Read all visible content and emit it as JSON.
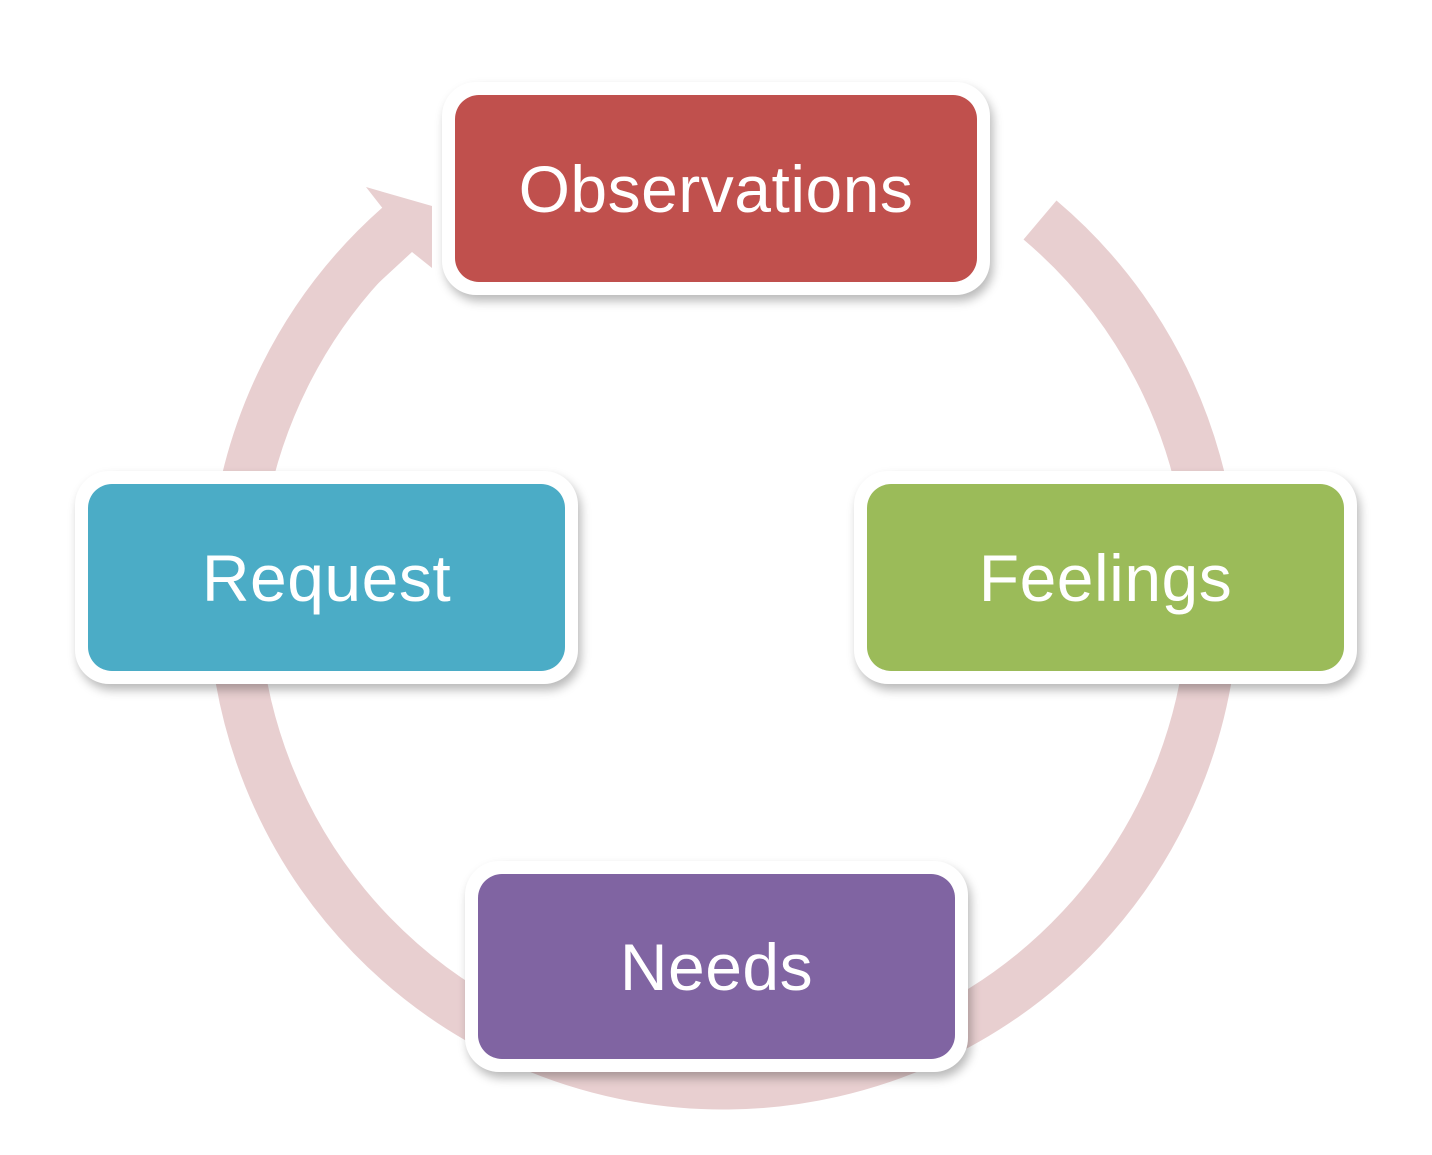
{
  "title": "Nonviolent Communication cycle",
  "cycle": {
    "direction": "clockwise",
    "ring_color": "#e8cfd0",
    "steps": [
      {
        "id": "observations",
        "label": "Observations",
        "color": "#c0504d",
        "order": 1
      },
      {
        "id": "feelings",
        "label": "Feelings",
        "color": "#9bbb59",
        "order": 2
      },
      {
        "id": "needs",
        "label": "Needs",
        "color": "#8064a2",
        "order": 3
      },
      {
        "id": "request",
        "label": "Request",
        "color": "#4bacc6",
        "order": 4
      }
    ]
  }
}
